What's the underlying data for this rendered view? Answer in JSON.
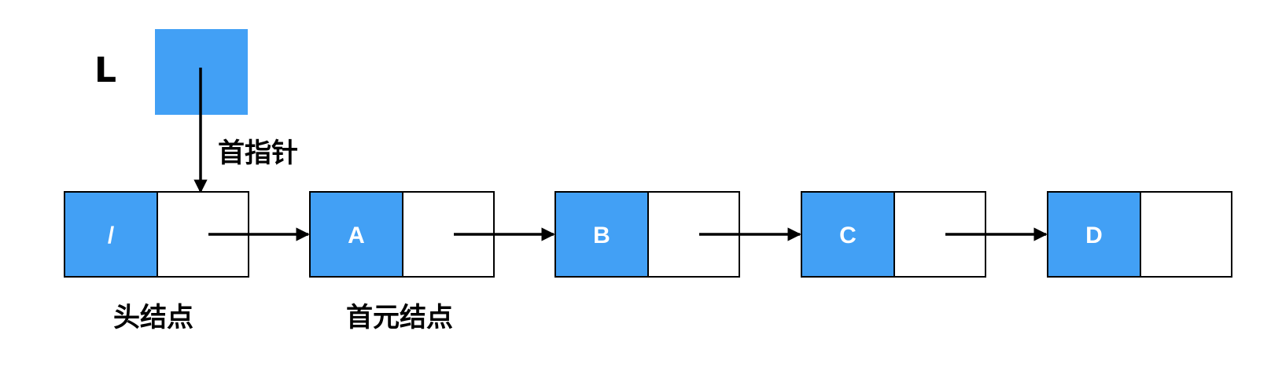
{
  "colors": {
    "data_fill": "#42A0F5",
    "ptr_fill": "#FFFFFF",
    "stroke": "#000000",
    "node_text": "#FFFFFF"
  },
  "head_pointer": {
    "label": "L"
  },
  "labels": {
    "first_pointer": "首指针",
    "head_node": "头结点",
    "first_element_node": "首元结点"
  },
  "nodes": [
    {
      "value": "/"
    },
    {
      "value": "A"
    },
    {
      "value": "B"
    },
    {
      "value": "C"
    },
    {
      "value": "D"
    }
  ]
}
